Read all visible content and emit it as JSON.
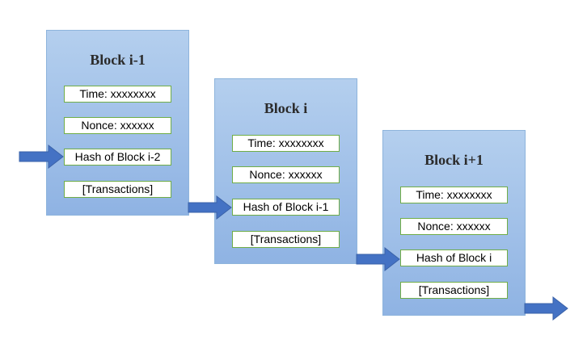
{
  "colors": {
    "block_fill_top": "#b4cfee",
    "block_fill_bottom": "#8fb3e3",
    "block_border": "#8eb4dc",
    "field_border": "#70ad47",
    "arrow": "#4472c4"
  },
  "blocks": [
    {
      "title": "Block i-1",
      "time": "Time: xxxxxxxx",
      "nonce": "Nonce: xxxxxx",
      "hash": "Hash of Block i-2",
      "transactions": "[Transactions]"
    },
    {
      "title": "Block i",
      "time": "Time: xxxxxxxx",
      "nonce": "Nonce: xxxxxx",
      "hash": "Hash of Block i-1",
      "transactions": "[Transactions]"
    },
    {
      "title": "Block i+1",
      "time": "Time: xxxxxxxx",
      "nonce": "Nonce: xxxxxx",
      "hash": "Hash of Block i",
      "transactions": "[Transactions]"
    }
  ]
}
